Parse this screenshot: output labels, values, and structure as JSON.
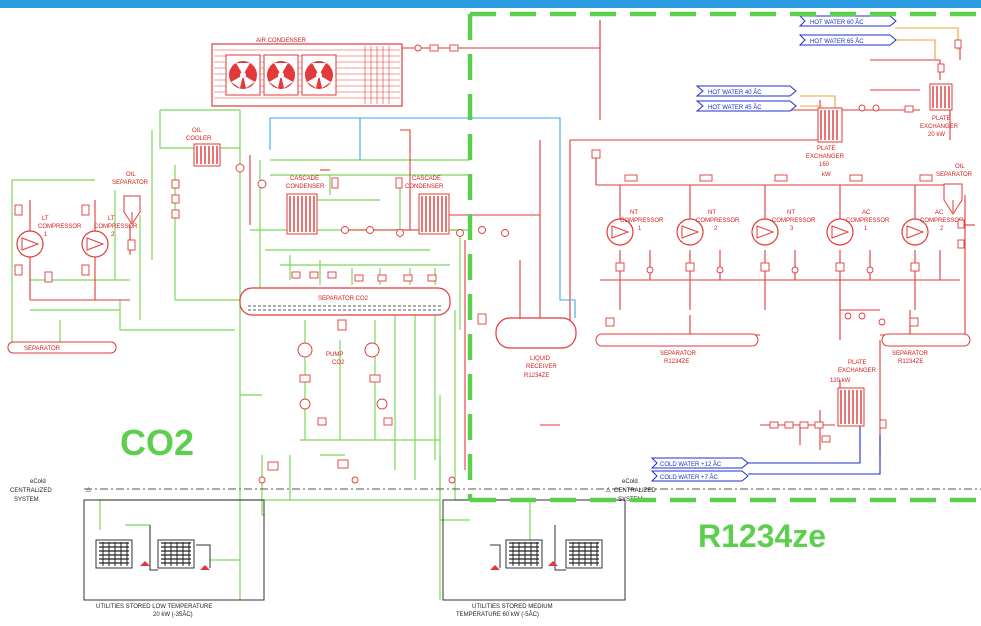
{
  "regions": {
    "co2_label": "CO2",
    "r1234ze_label": "R1234ze"
  },
  "components": {
    "air_condenser": "AIR CONDENSER",
    "oil_cooler": [
      "OIL",
      "COOLER"
    ],
    "oil_separator_left": [
      "OIL",
      "SEPARATOR"
    ],
    "oil_separator_right": [
      "OIL",
      "SEPARATOR"
    ],
    "cascade_condenser_1": [
      "CASCADE",
      "CONDENSER"
    ],
    "cascade_condenser_2": [
      "CASCADE",
      "CONDENSER"
    ],
    "lt_compressor_1": [
      "LT",
      "COMPRESSOR",
      "1"
    ],
    "lt_compressor_2": [
      "LT",
      "COMPRESSOR",
      "2"
    ],
    "separator_left": "SEPARATOR",
    "separator_co2": "SEPARATOR CO2",
    "pump_co2": [
      "PUMP",
      "CO2"
    ],
    "liquid_receiver": [
      "LIQUID",
      "RECEIVER",
      "R1234ZE"
    ],
    "plate_exchanger_160": [
      "PLATE",
      "EXCHANGER",
      "160",
      "kW"
    ],
    "plate_exchanger_20": [
      "PLATE",
      "EXCHANGER",
      "20 kW"
    ],
    "plate_exchanger_120": [
      "PLATE",
      "EXCHANGER",
      "120 kW"
    ],
    "nt_compressor_1": [
      "NT",
      "COMPRESSOR",
      "1"
    ],
    "nt_compressor_2": [
      "NT",
      "COMPRESSOR",
      "2"
    ],
    "nt_compressor_3": [
      "NT",
      "COMPRESSOR",
      "3"
    ],
    "ac_compressor_1": [
      "AC",
      "COMPRESSOR",
      "1"
    ],
    "ac_compressor_2": [
      "AC",
      "COMPRESSOR",
      "2"
    ],
    "separator_r1234ze_1": [
      "SEPARATOR",
      "R1234ZE"
    ],
    "separator_r1234ze_2": [
      "SEPARATOR",
      "R1234ZE"
    ],
    "ecold_left": [
      "eCold",
      "CENTRALIZED",
      "SYSTEM"
    ],
    "ecold_right": [
      "eCold",
      "CENTRALIZED",
      "SYSTEM"
    ],
    "utilities_low": [
      "UTILITIES STORED LOW TEMPERATURE",
      "20 kW (-35ÂC)"
    ],
    "utilities_medium": [
      "UTILITIES STORED MEDIUM",
      "TEMPERATURE 60 kW (-5ÂC)"
    ]
  },
  "water_tags": {
    "hot_60": "HOT WATER 60 ÂC",
    "hot_65": "HOT WATER 65 ÂC",
    "hot_40": "HOT WATER 40 ÂC",
    "hot_45": "HOT WATER 45 ÂC",
    "cold_12": "COLD WATER +12 ÂC",
    "cold_7": "COLD WATER +7 ÂC"
  },
  "colors": {
    "border_top": "#2a9de0",
    "co2_line": "#7ad85a",
    "refrigerant_line": "#e23a3a",
    "water_hot": "#f0a030",
    "water_cold": "#1f2fd0",
    "blue_line": "#3aa8e8",
    "dashed_boundary": "#5ccf4f",
    "text_green": "#5ccf4f"
  }
}
